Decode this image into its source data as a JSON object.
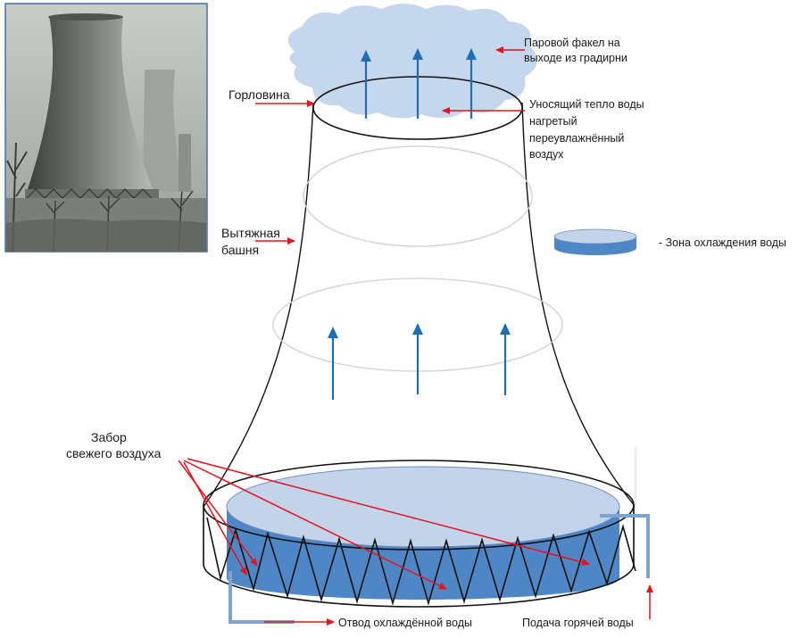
{
  "labels": {
    "steam_plume": [
      "Паровой факел на",
      "выходе из градирни"
    ],
    "throat": "Горловина",
    "heated_air": [
      "Уносящий тепло воды",
      "нагретый",
      "переувлажнённый",
      "воздух"
    ],
    "exhaust_tower": [
      "Вытяжная",
      "башня"
    ],
    "cooling_zone_legend": "- Зона охлаждения воды",
    "fresh_air_intake": [
      "Забор",
      "свежего воздуха"
    ],
    "cooled_water_outlet": "Отвод охлаждённой воды",
    "hot_water_supply": "Подача горячей воды"
  },
  "colors": {
    "pointer_arrow": "#e8121c",
    "airflow_arrow": "#1f6fb8",
    "water_fill": "#4f86c6",
    "water_top": "#c3d3ea",
    "cloud": "#c5d7ec",
    "pipe": "#7fa3d0"
  }
}
